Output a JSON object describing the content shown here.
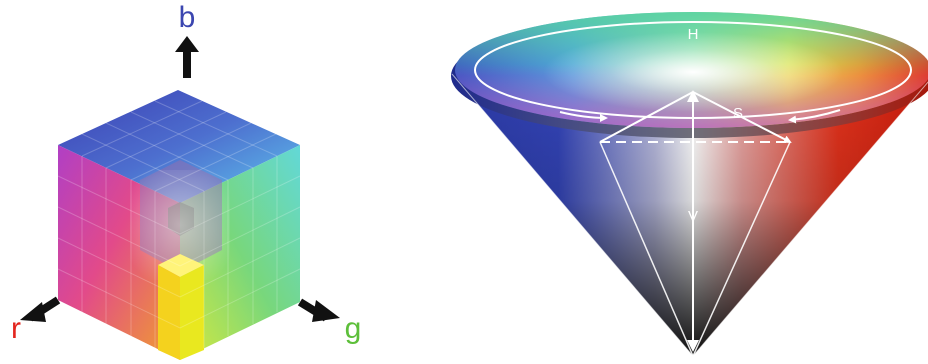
{
  "rgb_cube": {
    "axis_labels": {
      "b": "b",
      "r": "r",
      "g": "g"
    },
    "colors": {
      "b": "#3b46b0",
      "r": "#e3261f",
      "g": "#5dbf3a",
      "arrow": "#111111"
    }
  },
  "hsv_cone": {
    "labels": {
      "h": "H",
      "s": "S",
      "v": "V"
    }
  }
}
